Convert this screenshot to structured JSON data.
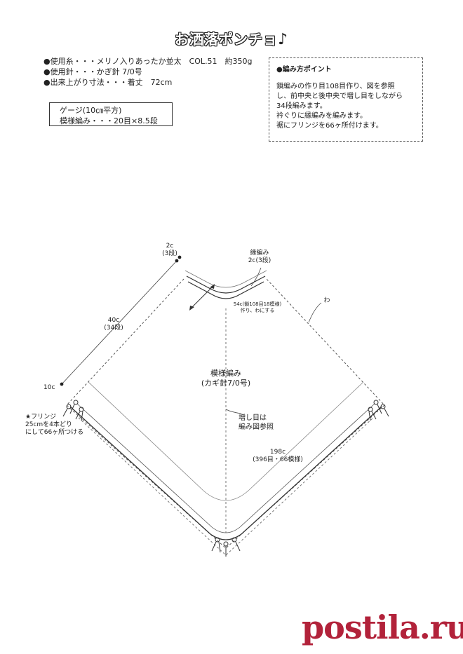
{
  "title": "お洒落ポンチョ",
  "title_mark": "♪",
  "specs": {
    "yarn": "●使用糸・・・メリノ入りあったか並太　COL.51　約350g",
    "hook": "●使用針・・・かぎ針 7/0号",
    "size": "●出来上がり寸法・・・着丈　72cm"
  },
  "gauge": {
    "heading": "ゲージ(10㎝平方)",
    "pattern": "模様編み・・・20目×8.5段"
  },
  "points": {
    "heading": "●編み方ポイント",
    "line1": "鎖編みの作り目108目作り、図を参照",
    "line2": "し、前中央と後中央で増し目をしながら",
    "line3": "34段編みます。",
    "line4": "衿ぐりに縁編みを編みます。",
    "line5": "裾にフリンジを66ヶ所付けます。"
  },
  "diagram": {
    "top_left_a": "2c",
    "top_left_b": "(3段)",
    "edge_label": "縁編み",
    "edge_size": "2c(3段)",
    "chain_a": "54c(鎖108目18模様)",
    "chain_b": "作り、わにする",
    "wa": "わ",
    "side_a": "40c",
    "side_b": "(34段)",
    "pattern_a": "模様編み",
    "pattern_b": "(カギ針7/0号)",
    "bottom_left": "10c",
    "fringe_a": "★フリンジ",
    "fringe_b": "25cmを4本どり",
    "fringe_c": "にして66ヶ所つける",
    "increase_a": "増し目は",
    "increase_b": "編み図参照",
    "hem_a": "198c",
    "hem_b": "(396目・66模様)"
  },
  "watermark": "postila.ru"
}
